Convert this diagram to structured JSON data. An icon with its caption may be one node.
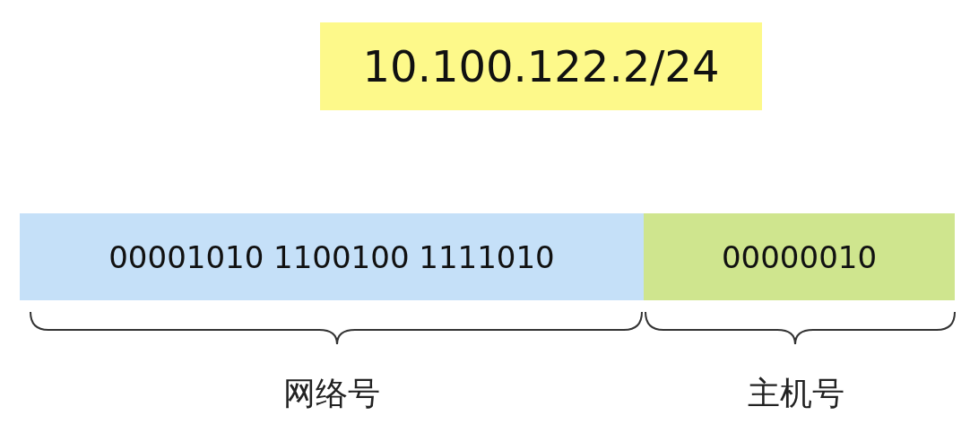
{
  "diagram": {
    "nodes": [
      {
        "text": [
          "10.100.122.2/24"
        ]
      },
      {
        "text": [
          "00001010 1100100 1111010"
        ]
      },
      {
        "text": [
          "00000010"
        ]
      }
    ],
    "labels": [
      "网络号",
      "主机号"
    ]
  }
}
